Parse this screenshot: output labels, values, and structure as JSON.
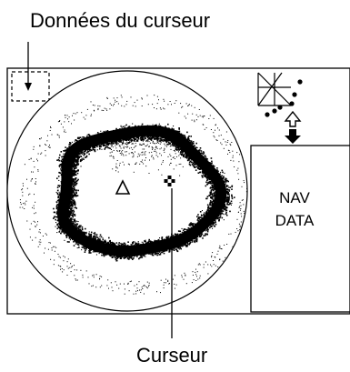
{
  "labels": {
    "cursor_data": "Données du curseur",
    "cursor": "Curseur",
    "nav_line1": "NAV",
    "nav_line2": "DATA"
  },
  "colors": {
    "ink": "#000000",
    "background": "#ffffff"
  },
  "icons": {
    "own_ship": "triangle-icon",
    "cursor": "cross-cursor-icon",
    "swap": "double-arrow-icon"
  }
}
